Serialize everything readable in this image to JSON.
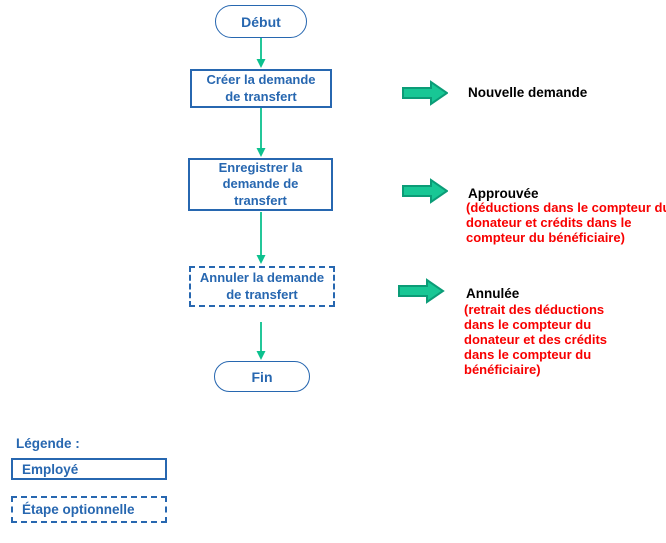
{
  "colors": {
    "blue": "#2767b0",
    "green_line": "#0cc18e",
    "arrow_fill": "#18c795",
    "arrow_stroke": "#0b9c77",
    "red": "#f80000",
    "black": "#000000"
  },
  "flowchart": {
    "start_label": "Début",
    "end_label": "Fin",
    "steps": [
      {
        "style": "solid",
        "lines": [
          "Créer la demande",
          "de transfert"
        ]
      },
      {
        "style": "solid",
        "lines": [
          "Enregistrer la",
          "demande de",
          "transfert"
        ]
      },
      {
        "style": "dashed",
        "lines": [
          "Annuler la demande",
          "de transfert"
        ]
      }
    ]
  },
  "annotations": [
    {
      "title": "Nouvelle demande",
      "detail_lines": []
    },
    {
      "title": "Approuvée",
      "detail_lines": [
        "(déductions dans le compteur du",
        "donateur et crédits dans le",
        "compteur du bénéficiaire)"
      ]
    },
    {
      "title": "Annulée",
      "detail_lines": [
        "(retrait des déductions",
        "dans le compteur du",
        "donateur et des crédits",
        "dans le compteur du",
        "bénéficiaire)"
      ]
    }
  ],
  "legend": {
    "title": "Légende :",
    "items": [
      {
        "label": "Employé",
        "style": "solid"
      },
      {
        "label": "Étape optionnelle",
        "style": "dashed"
      }
    ]
  }
}
